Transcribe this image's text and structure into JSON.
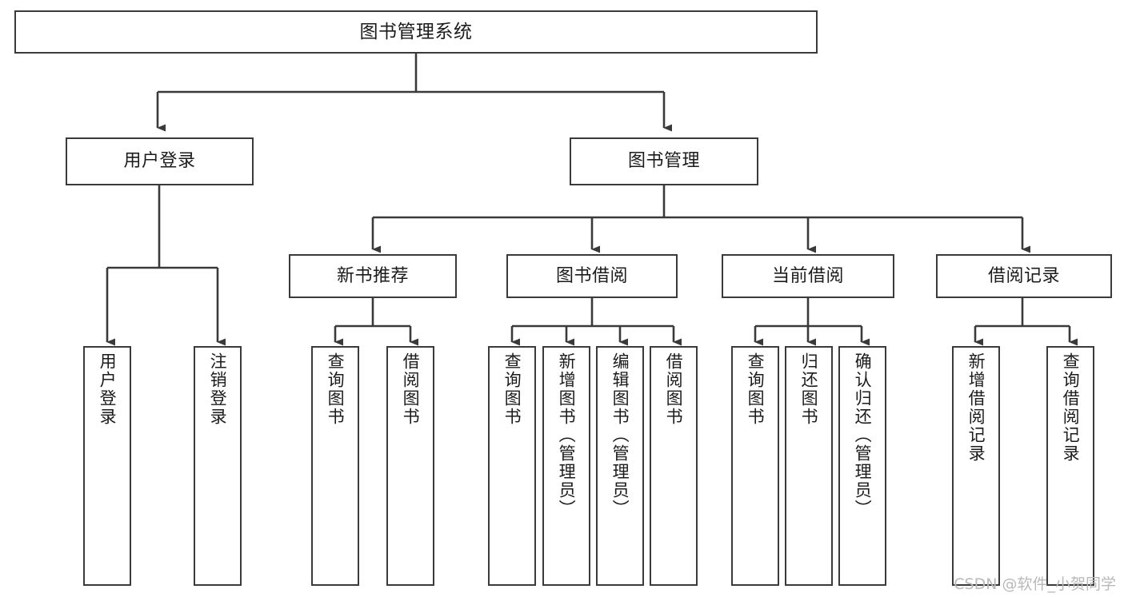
{
  "diagram": {
    "title": "图书管理系统",
    "type": "tree-hierarchy-chart",
    "watermark": "CSDN @软件_小贺同学",
    "colors": {
      "node_border": "#3a3a3a",
      "node_fill": "#ffffff",
      "edge": "#3a3a3a",
      "text": "#1b1b1b",
      "watermark": "#b9b9b9",
      "background": "#ffffff"
    },
    "levels": {
      "root": {
        "label": "图书管理系统"
      },
      "level2": [
        {
          "id": "user-login",
          "label": "用户登录"
        },
        {
          "id": "book-management",
          "label": "图书管理"
        }
      ],
      "level3": [
        {
          "id": "new-book-recommend",
          "label": "新书推荐"
        },
        {
          "id": "book-borrow",
          "label": "图书借阅"
        },
        {
          "id": "current-borrow",
          "label": "当前借阅"
        },
        {
          "id": "borrow-record",
          "label": "借阅记录"
        }
      ],
      "leaves": {
        "user_login": [
          {
            "id": "leaf-user-login",
            "label": "用户登录"
          },
          {
            "id": "leaf-logout-login",
            "label": "注销登录"
          }
        ],
        "new_book_recommend": [
          {
            "id": "leaf-query-books-1",
            "label": "查询图书"
          },
          {
            "id": "leaf-borrow-books-1",
            "label": "借阅图书"
          }
        ],
        "book_borrow": [
          {
            "id": "leaf-query-books-2",
            "label": "查询图书"
          },
          {
            "id": "leaf-add-book-admin",
            "label": "新增图书（管理员）"
          },
          {
            "id": "leaf-edit-book-admin",
            "label": "编辑图书（管理员）"
          },
          {
            "id": "leaf-borrow-books-2",
            "label": "借阅图书"
          }
        ],
        "current_borrow": [
          {
            "id": "leaf-query-books-3",
            "label": "查询图书"
          },
          {
            "id": "leaf-return-books",
            "label": "归还图书"
          },
          {
            "id": "leaf-confirm-return-admin",
            "label": "确认归还（管理员）"
          }
        ],
        "borrow_record": [
          {
            "id": "leaf-add-borrow-record",
            "label": "新增借阅记录"
          },
          {
            "id": "leaf-query-borrow-record",
            "label": "查询借阅记录"
          }
        ]
      }
    }
  }
}
